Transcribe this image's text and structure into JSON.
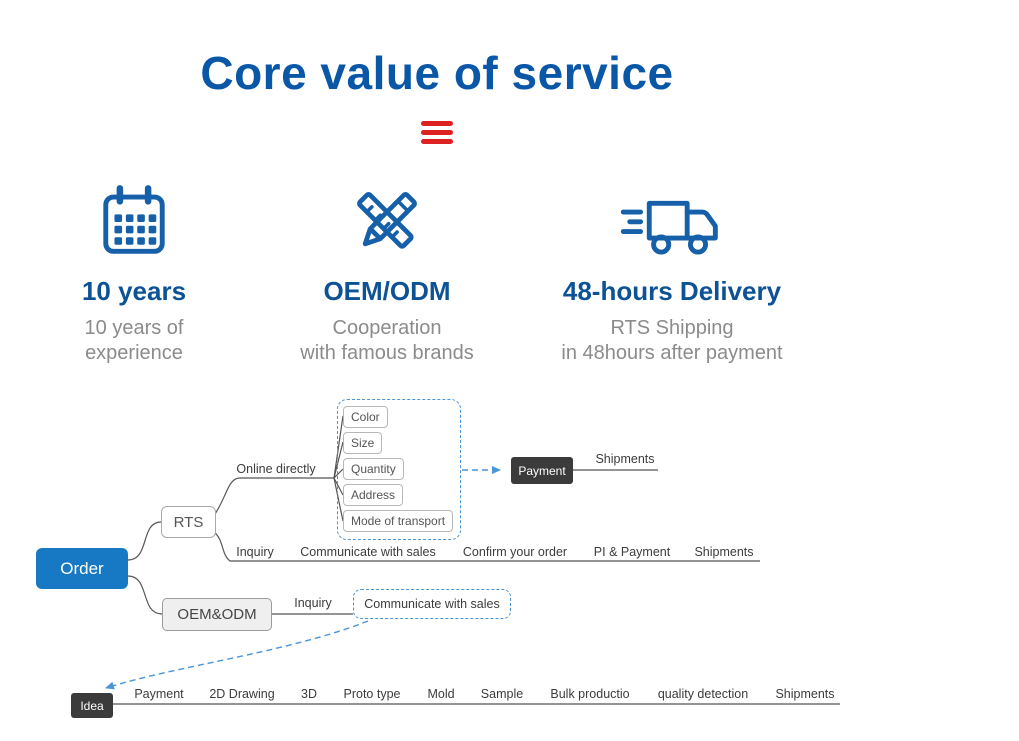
{
  "colors": {
    "title_blue": "#0a57a8",
    "icon_blue": "#1560a8",
    "accent_red": "#dd2222",
    "muted_gray": "#8b8b8b",
    "order_blue": "#1779c4",
    "dark_node": "#3b3b3b",
    "dashed_blue": "#4a94d8"
  },
  "page": {
    "title": "Core value of service"
  },
  "features": [
    {
      "icon": "calendar-icon",
      "heading": "10 years",
      "lines": [
        "10 years of",
        "experience"
      ]
    },
    {
      "icon": "pencil-ruler-icon",
      "heading": "OEM/ODM",
      "lines": [
        "Cooperation",
        "with famous brands"
      ]
    },
    {
      "icon": "delivery-truck-icon",
      "heading": "48-hours Delivery",
      "lines": [
        "RTS Shipping",
        "in 48hours after payment"
      ]
    }
  ],
  "flowchart": {
    "root_label": "Order",
    "rts": {
      "label": "RTS",
      "branch_label": "Online directly",
      "options": [
        "Color",
        "Size",
        "Quantity",
        "Address",
        "Mode of transport"
      ],
      "payment_label": "Payment",
      "shipments_label": "Shipments",
      "steps": [
        "Inquiry",
        "Communicate with sales",
        "Confirm your order",
        "PI & Payment",
        "Shipments"
      ]
    },
    "oem": {
      "label": "OEM&ODM",
      "inquiry_label": "Inquiry",
      "communicate_label": "Communicate with sales",
      "idea_label": "Idea",
      "steps": [
        "Payment",
        "2D Drawing",
        "3D",
        "Proto type",
        "Mold",
        "Sample",
        "Bulk productio",
        "quality detection",
        "Shipments"
      ]
    }
  }
}
